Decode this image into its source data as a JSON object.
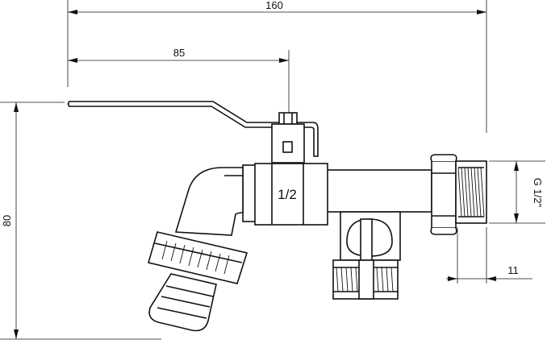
{
  "dimensions": {
    "overall_length": "160",
    "handle_position": "85",
    "height": "80",
    "thread_length": "11",
    "thread_size": "G 1/2\""
  },
  "body_marking": "1/2"
}
